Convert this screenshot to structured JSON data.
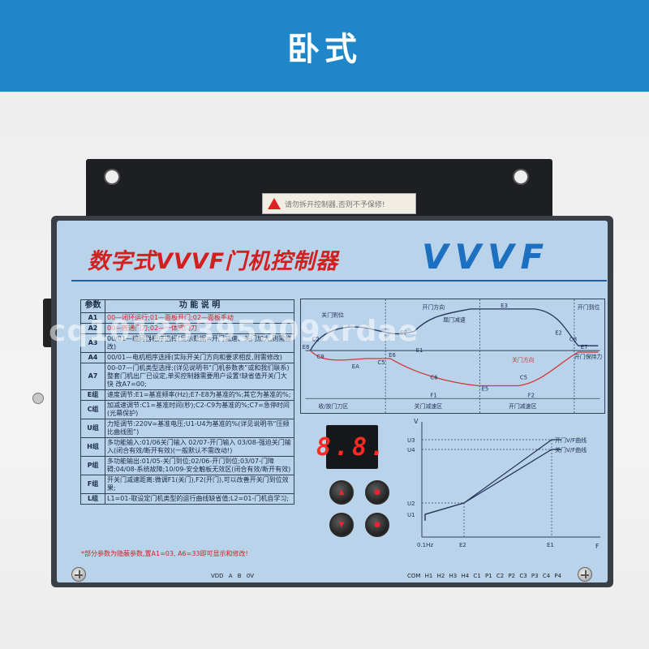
{
  "banner": {
    "title": "卧式",
    "color": "#1f87c9"
  },
  "device": {
    "warning_label": "请勿拆开控制器,否则不予保修!",
    "panel_title": "数字式VVVF门机控制器",
    "logo": "VVVF",
    "display_value": "8.8.",
    "table": {
      "headers": [
        "参数",
        "功 能 说 明"
      ],
      "rows": [
        {
          "code": "A1",
          "text": "00—闭环运行;01—面板开门;02—面板手动",
          "red": true
        },
        {
          "code": "A2",
          "text": "00—普通门刀;02—一体式门刀",
          "red": true
        },
        {
          "code": "A3",
          "text": "00/01—编码器相序选择(显示数据≠开门减速、关门加大,则需修改)",
          "red": false
        },
        {
          "code": "A4",
          "text": "00/01—电机相序选择(实际开关门方向和要求相反,则需修改)",
          "red": false
        },
        {
          "code": "A7",
          "text": "00-07—门机类型选择;(详见说明书“门机参数表”或和我们联系)整套门机出厂已设定,单买控制器需要用户设置!缺省值开关门大快 改A7=00;",
          "red": false
        },
        {
          "code": "E组",
          "text": "速度调节:E1=基准频率(Hz);E7-E8为基准的%;其它为基准的%;",
          "red": false
        },
        {
          "code": "C组",
          "text": "加减速调节:C1=基准时间(秒);C2-C9为基准的%;C7=急停时间(光幕保护)",
          "red": false
        },
        {
          "code": "U组",
          "text": "力矩调节:220V=基准电压;U1-U4为基准的%(详见说明书“压频比曲线图”)",
          "red": false
        },
        {
          "code": "H组",
          "text": "多功能输入:01/06关门输入 02/07-开门输入 03/08-强迫关门输入(闭合有效/断开有效)(一般默认不需改动!)",
          "red": false
        },
        {
          "code": "P组",
          "text": "多功能输出:01/05-关门到位;02/06-开门到位;03/07-门障碍;04/08-系统故障;10/09-安全触板无效区(闭合有效/断开有效)",
          "red": false
        },
        {
          "code": "F组",
          "text": "开关门减速距离:微调F1(关门),F2(开门),可以改善开关门到位效果;",
          "red": false
        },
        {
          "code": "L组",
          "text": "L1=01-取设定门机类型的运行曲线缺省值;L2=01-门机自学习;",
          "red": false
        }
      ],
      "footnote": "*部分参数为隐蔽参数,置A1=03, A6=33即可显示和修改!"
    },
    "speed_chart": {
      "labels": [
        "开门方向",
        "关门到位",
        "开门到位",
        "E3",
        "E9",
        "屈门减速",
        "C2",
        "E8",
        "C9",
        "EA",
        "C5",
        "E6",
        "C6",
        "E5",
        "E2",
        "C8",
        "E7",
        "开门保持力",
        "关门方向",
        "C5",
        "E1",
        "F1",
        "F2"
      ],
      "zones": [
        "收/放门刀区",
        "关门减速区",
        "开门减速区"
      ]
    },
    "vf_chart": {
      "y_axis": "V",
      "x_axis": "F",
      "y_ticks": [
        "U3",
        "U4",
        "U2",
        "U1"
      ],
      "x_ticks": [
        "0.1Hz",
        "E2",
        "E1"
      ],
      "curves": [
        "开门V/F曲线",
        "关门V/F曲线"
      ]
    },
    "terminals_left": "VDD A B 0V",
    "terminals_right": "COM H1 H2 H3 H4 C1 P1 C2 P2 C3 P3 C4 P4"
  },
  "watermark": "cq10123395909xrdae"
}
